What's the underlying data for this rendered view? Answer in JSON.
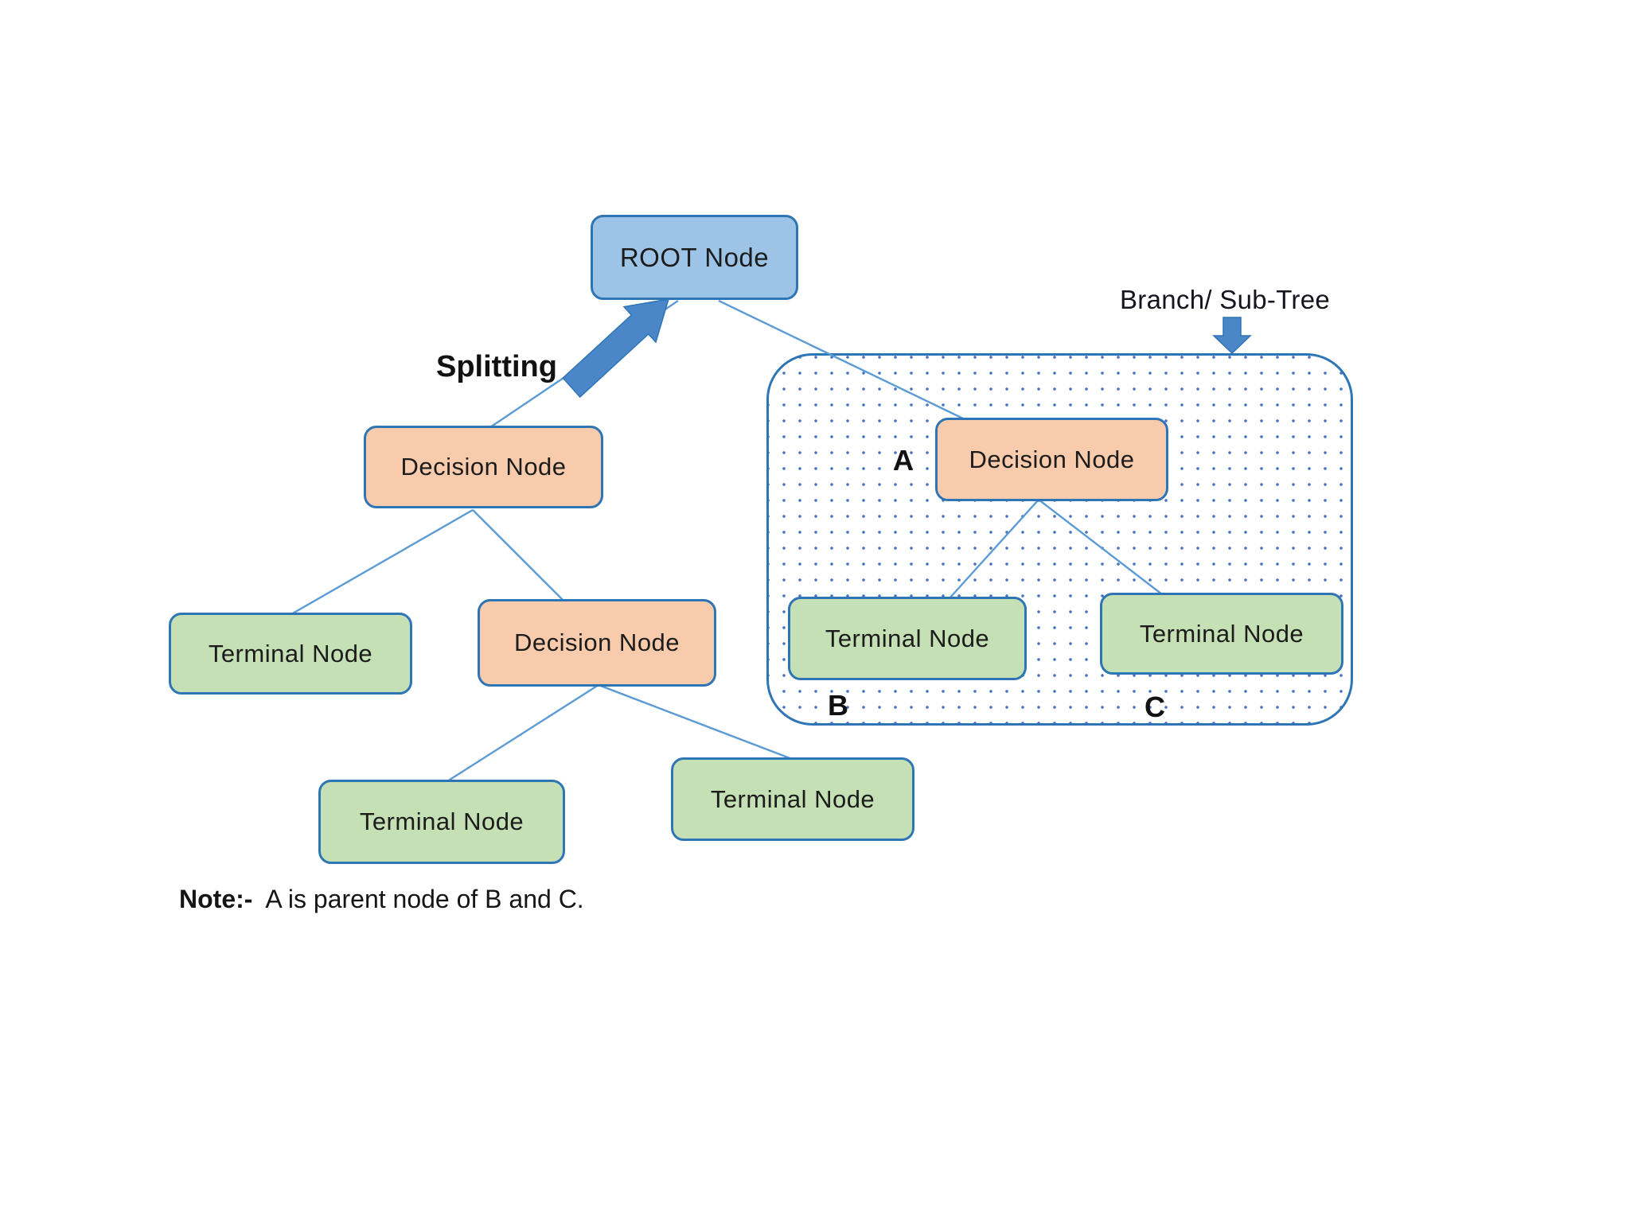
{
  "nodes": {
    "root": "ROOT Node",
    "decision_left": "Decision Node",
    "terminal_left": "Terminal Node",
    "decision_mid": "Decision Node",
    "terminal_bottom_left": "Terminal Node",
    "terminal_bottom_right": "Terminal Node",
    "subtree_decision": "Decision Node",
    "subtree_terminal_b": "Terminal Node",
    "subtree_terminal_c": "Terminal Node"
  },
  "labels": {
    "splitting": "Splitting",
    "branch_subtree": "Branch/ Sub-Tree",
    "a": "A",
    "b": "B",
    "c": "C"
  },
  "note": {
    "prefix": "Note:-",
    "body": "A is parent node of B and C."
  },
  "colors": {
    "root_fill": "#9DC3E6",
    "decision_fill": "#F8CBAD",
    "terminal_fill": "#C5E0B4",
    "border": "#2E75B6",
    "line": "#5B9BD5",
    "arrow": "#4A86C8",
    "dot": "#4472C4"
  }
}
